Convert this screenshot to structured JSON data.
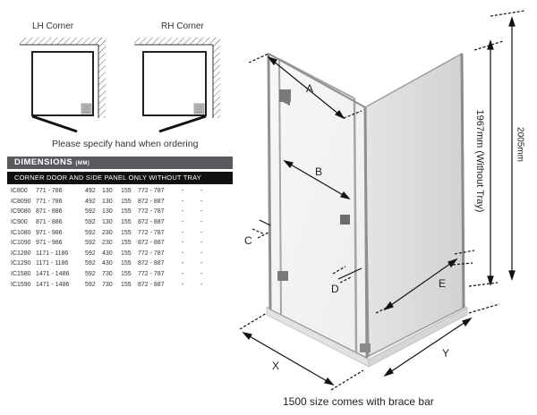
{
  "corners": {
    "lh_label": "LH Corner",
    "rh_label": "RH Corner",
    "note": "Please specify hand when ordering"
  },
  "dimensions": {
    "header": "DIMENSIONS",
    "unit": "(MM)",
    "subheader": "CORNER DOOR AND SIDE PANEL ONLY WITHOUT TRAY",
    "rows": [
      [
        "IC800",
        "771 - 786",
        "492",
        "130",
        "155",
        "772 - 787",
        "-",
        "-"
      ],
      [
        "IC8090",
        "771 - 786",
        "492",
        "130",
        "155",
        "872 - 887",
        "-",
        "-"
      ],
      [
        "IC9080",
        "871 - 886",
        "592",
        "130",
        "155",
        "772 - 787",
        "-",
        "-"
      ],
      [
        "IC900",
        "871 - 886",
        "592",
        "130",
        "155",
        "872 - 887",
        "-",
        "-"
      ],
      [
        "IC1080",
        "971 - 986",
        "592",
        "230",
        "155",
        "772 - 787",
        "-",
        "-"
      ],
      [
        "IC1090",
        "971 - 986",
        "592",
        "230",
        "155",
        "872 - 887",
        "-",
        "-"
      ],
      [
        "IC1280",
        "1171 - 1186",
        "592",
        "430",
        "155",
        "772 - 787",
        "-",
        "-"
      ],
      [
        "IC1290",
        "1171 - 1186",
        "592",
        "430",
        "155",
        "872 - 887",
        "-",
        "-"
      ],
      [
        "IC1580",
        "1471 - 1486",
        "592",
        "730",
        "155",
        "772 - 787",
        "-",
        "-"
      ],
      [
        "IC1590",
        "1471 - 1486",
        "592",
        "730",
        "155",
        "872 - 887",
        "-",
        "-"
      ]
    ]
  },
  "diagram": {
    "label_a": "A",
    "label_b": "B",
    "label_c": "C",
    "label_d": "D",
    "label_e": "E",
    "label_x": "X",
    "label_y": "Y",
    "height_without_tray": "1967mm (Without Tray)",
    "height_total": "2005mm",
    "footer_note": "1500 size comes with brace bar"
  },
  "colors": {
    "header_bg": "#59595e",
    "subheader_bg": "#111111",
    "glass_side": "#dcdcdd",
    "frame": "#9a9a9a"
  }
}
